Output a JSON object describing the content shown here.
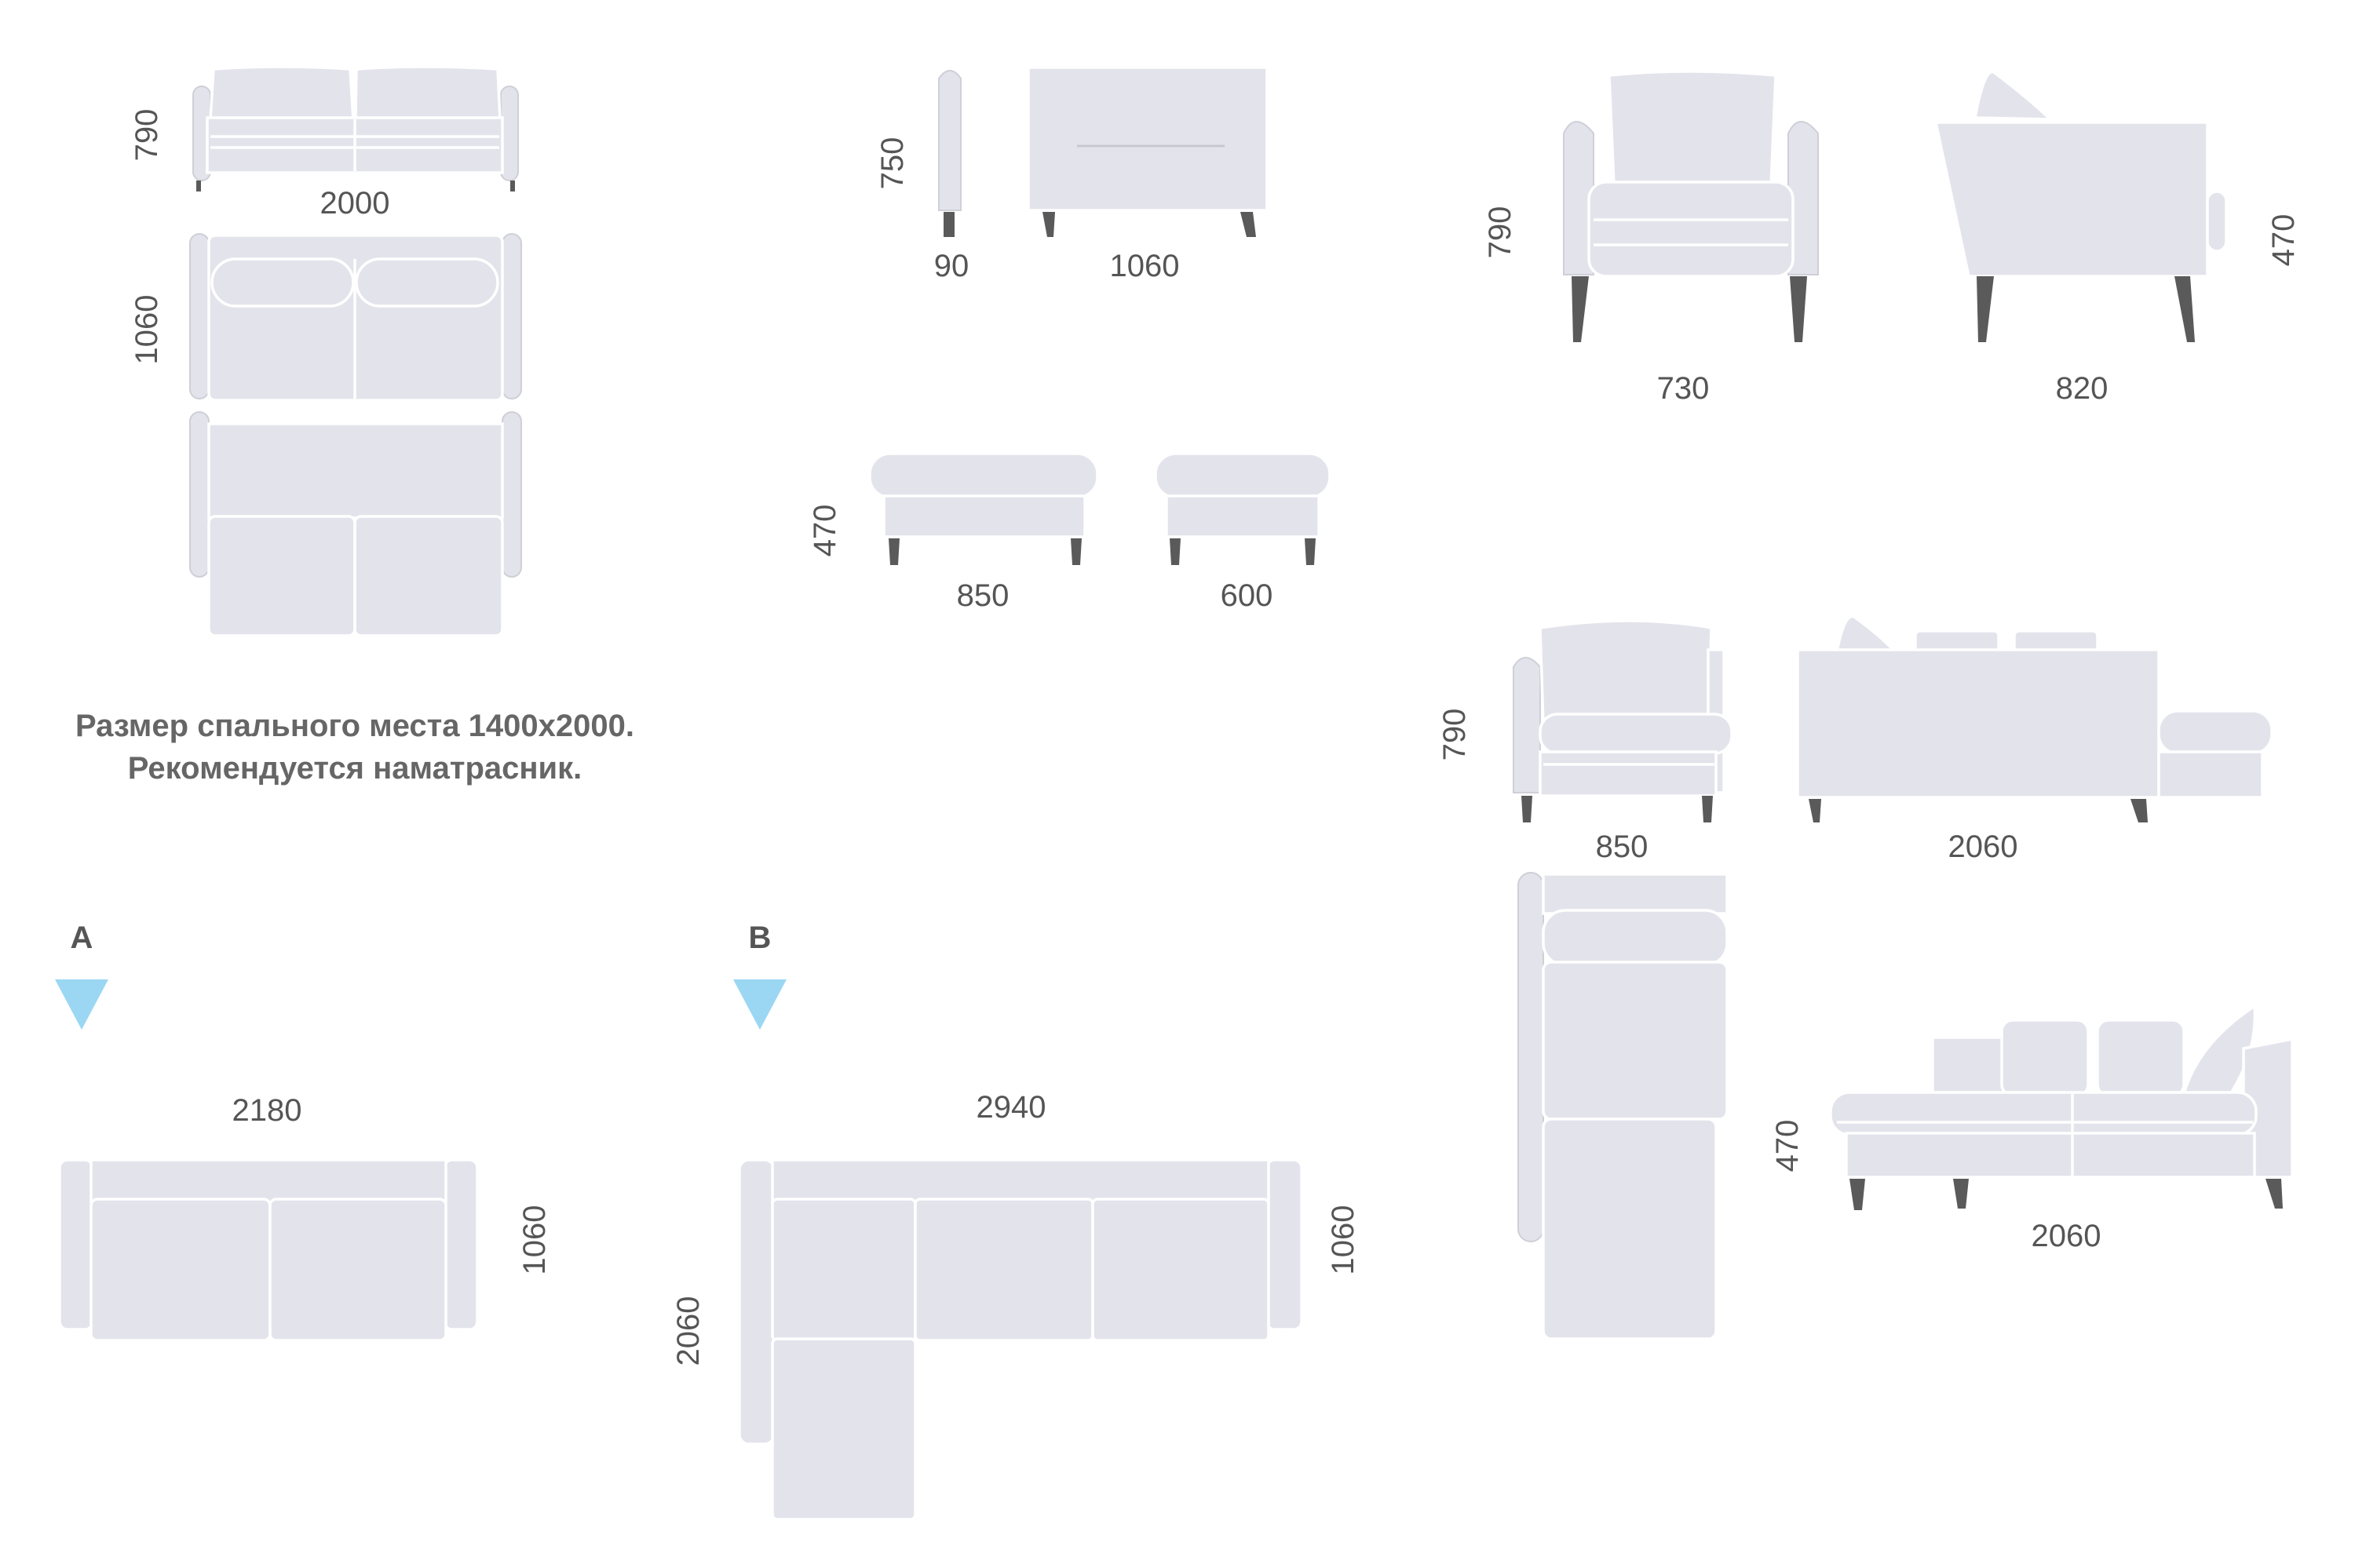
{
  "dimensions": {
    "sofa_top_height": "790",
    "sofa_top_width": "2000",
    "sofa_plan_depth": "1060",
    "armrest_height": "750",
    "armrest_width": "90",
    "armrest_depth": "1060",
    "ottoman_height": "470",
    "ottoman_large_width": "850",
    "ottoman_small_width": "600",
    "armchair_height": "790",
    "armchair_width": "730",
    "armchair_depth": "820",
    "armchair_seat_height": "470",
    "corner_module_height": "790",
    "corner_module_width": "850",
    "corner_back_width": "2060",
    "corner_side_height": "470",
    "corner_side_width": "2060",
    "config_a_width": "2180",
    "config_a_depth": "1060",
    "config_b_width": "2940",
    "config_b_depth": "1060",
    "config_b_length": "2060"
  },
  "note": {
    "line1": "Размер спального места 1400х2000.",
    "line2": "Рекомендуется наматрасник."
  },
  "configurations": {
    "a_label": "A",
    "b_label": "B",
    "marker_color": "#9bd7f3"
  },
  "colors": {
    "furniture_fill": "#e3e3eb",
    "outline": "#ffffff",
    "legs": "#5a5a5a",
    "text": "#555555"
  }
}
